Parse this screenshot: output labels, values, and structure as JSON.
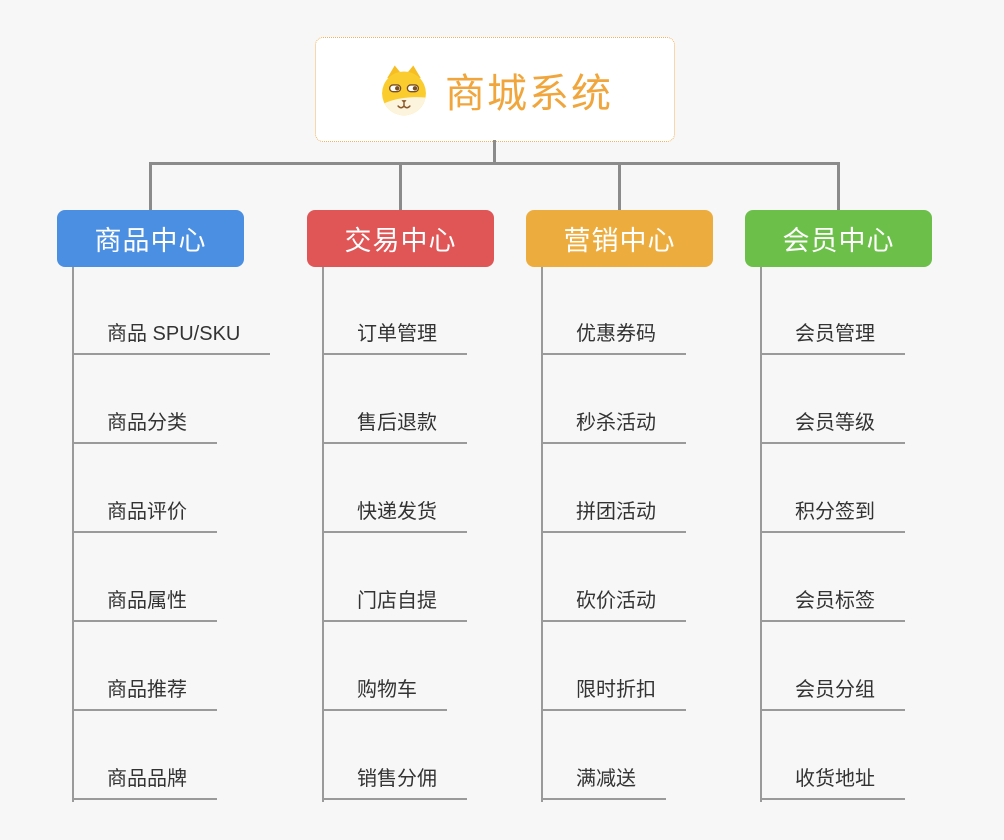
{
  "page": {
    "background_color": "#f7f7f7"
  },
  "root": {
    "title": "商城系统",
    "icon": "shiba-dog-icon",
    "title_color": "#f0a63c",
    "border_color": "#f2b255"
  },
  "lines": {
    "connector_color": "#8b8b8b",
    "leaf_line_color": "#9a9a9a"
  },
  "branches": [
    {
      "label": "商品中心",
      "color": "#4b8fe2",
      "children": [
        "商品 SPU/SKU",
        "商品分类",
        "商品评价",
        "商品属性",
        "商品推荐",
        "商品品牌"
      ]
    },
    {
      "label": "交易中心",
      "color": "#e05656",
      "children": [
        "订单管理",
        "售后退款",
        "快递发货",
        "门店自提",
        "购物车",
        "销售分佣"
      ]
    },
    {
      "label": "营销中心",
      "color": "#edad3e",
      "children": [
        "优惠券码",
        "秒杀活动",
        "拼团活动",
        "砍价活动",
        "限时折扣",
        "满减送"
      ]
    },
    {
      "label": "会员中心",
      "color": "#6cc04a",
      "children": [
        "会员管理",
        "会员等级",
        "积分签到",
        "会员标签",
        "会员分组",
        "收货地址"
      ]
    }
  ]
}
